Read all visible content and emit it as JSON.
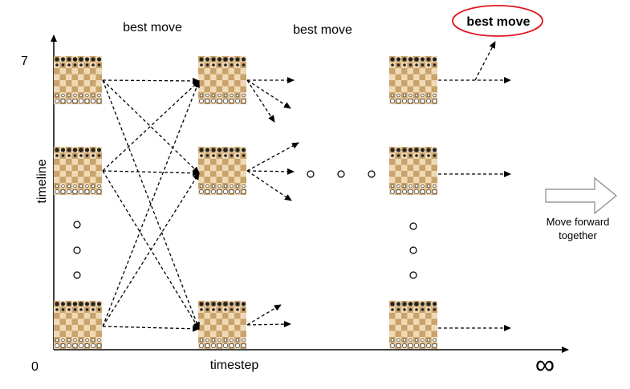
{
  "labels": {
    "best_move_1": "best move",
    "best_move_2": "best move",
    "best_move_highlight": "best move",
    "y_axis_title": "timeline",
    "x_axis_title": "timestep",
    "y_top_value": "7",
    "origin_value": "0",
    "infinity_symbol": "∞",
    "move_forward_line1": "Move forward",
    "move_forward_line2": "together"
  },
  "colors": {
    "board_light": "#f0d9b5",
    "board_dark": "#c9a36b",
    "highlight_stroke": "#e0131c",
    "arrow": "#000000",
    "block_arrow_stroke": "#888888"
  },
  "boards": [
    {
      "col": 0,
      "row": 0
    },
    {
      "col": 0,
      "row": 1
    },
    {
      "col": 0,
      "row": 2
    },
    {
      "col": 1,
      "row": 0
    },
    {
      "col": 1,
      "row": 1
    },
    {
      "col": 1,
      "row": 2
    },
    {
      "col": 2,
      "row": 0
    },
    {
      "col": 2,
      "row": 1
    },
    {
      "col": 2,
      "row": 2
    }
  ]
}
